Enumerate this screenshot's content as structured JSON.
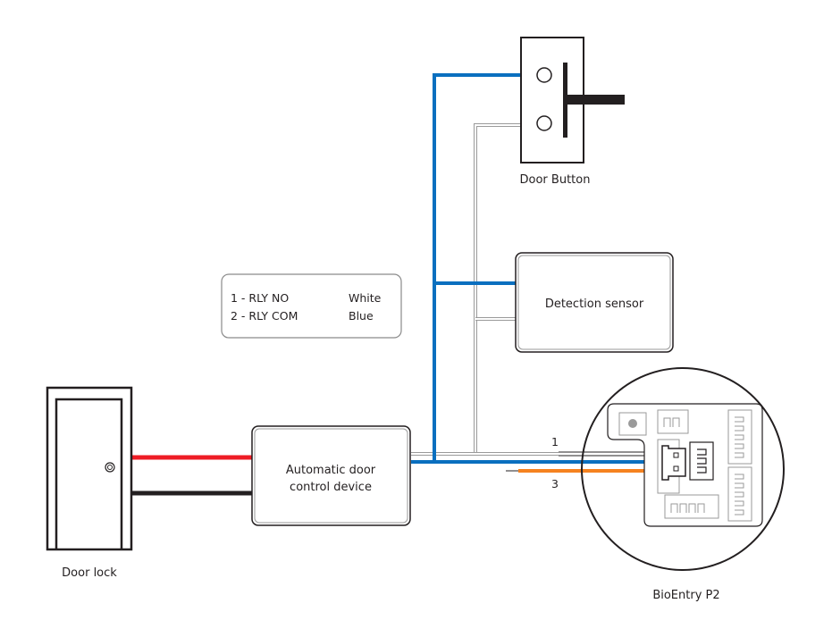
{
  "diagram": {
    "title": "BioEntry P2 automatic door wiring",
    "components": {
      "door_button": {
        "label": "Door Button"
      },
      "detection_sensor": {
        "label": "Detection sensor"
      },
      "door_lock": {
        "label": "Door lock"
      },
      "auto_door_device": {
        "label_line1": "Automatic door",
        "label_line2": "control device"
      },
      "bioentry": {
        "label": "BioEntry P2"
      }
    },
    "legend": {
      "rows": [
        {
          "pin": "1 - RLY NO",
          "color": "White"
        },
        {
          "pin": "2 - RLY COM",
          "color": "Blue"
        }
      ]
    },
    "pin_labels": {
      "pin1": "1",
      "pin3": "3"
    },
    "wire_colors": {
      "blue": "#0a6fbf",
      "red": "#ee1c25",
      "black": "#231f20",
      "orange": "#f58220",
      "white_outline": "#9a9a9a"
    }
  }
}
